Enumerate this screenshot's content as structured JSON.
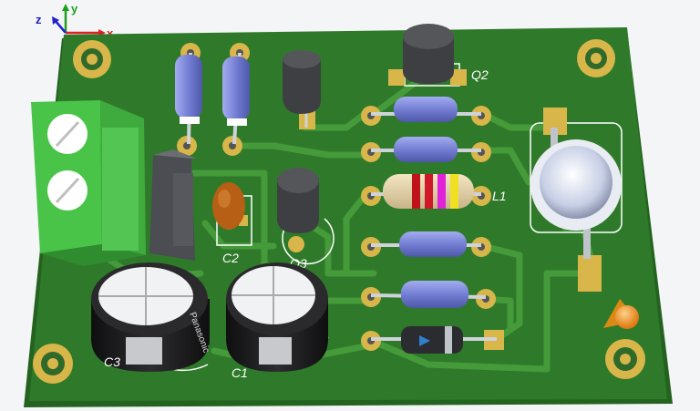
{
  "viewer": {
    "axes": {
      "z": "z",
      "y": "y",
      "x": "x"
    }
  },
  "board": {
    "labels": {
      "q2": "Q2",
      "q3": "Q3",
      "c2": "C2",
      "c3": "C3",
      "c1": "C1",
      "l1": "L1"
    },
    "capacitor_brand": "Panasonic"
  },
  "colors": {
    "pcb": "#2f7a2a",
    "trace": "#3f8f35",
    "pad": "#d8b64a",
    "resistor_body": "#7c87d6",
    "terminal_block": "#5bd65a",
    "transistor": "#3e3f42",
    "electrolytic": "#1d1d1f"
  },
  "icons": [
    "axis-triad-icon",
    "mounting-hole-icon"
  ]
}
